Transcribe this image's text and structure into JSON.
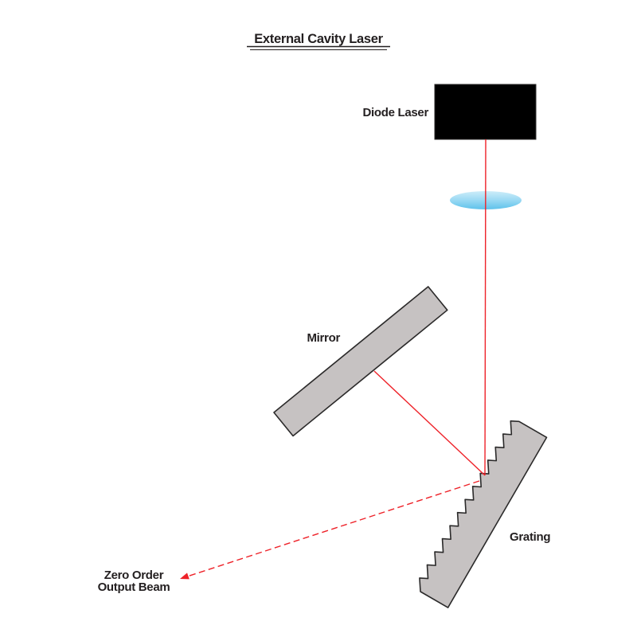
{
  "title": "External Cavity Laser",
  "colors": {
    "background": "#FFFFFF",
    "beam_red": "#EE2229",
    "component_gray": "#C6C2C2",
    "outline_dark": "#2B2A2A",
    "text_black": "#231F20",
    "diode_black": "#000000",
    "lens_blue_light": "#CDEDF9",
    "lens_blue_mid": "#9FDBF4",
    "lens_blue_dark": "#5EC2EB"
  },
  "components": {
    "diode_laser": {
      "label": "Diode Laser"
    },
    "mirror": {
      "label": "Mirror"
    },
    "grating": {
      "label": "Grating"
    }
  },
  "beams": {
    "zero_order_label_lines": [
      "Zero Order",
      "Output Beam"
    ]
  }
}
